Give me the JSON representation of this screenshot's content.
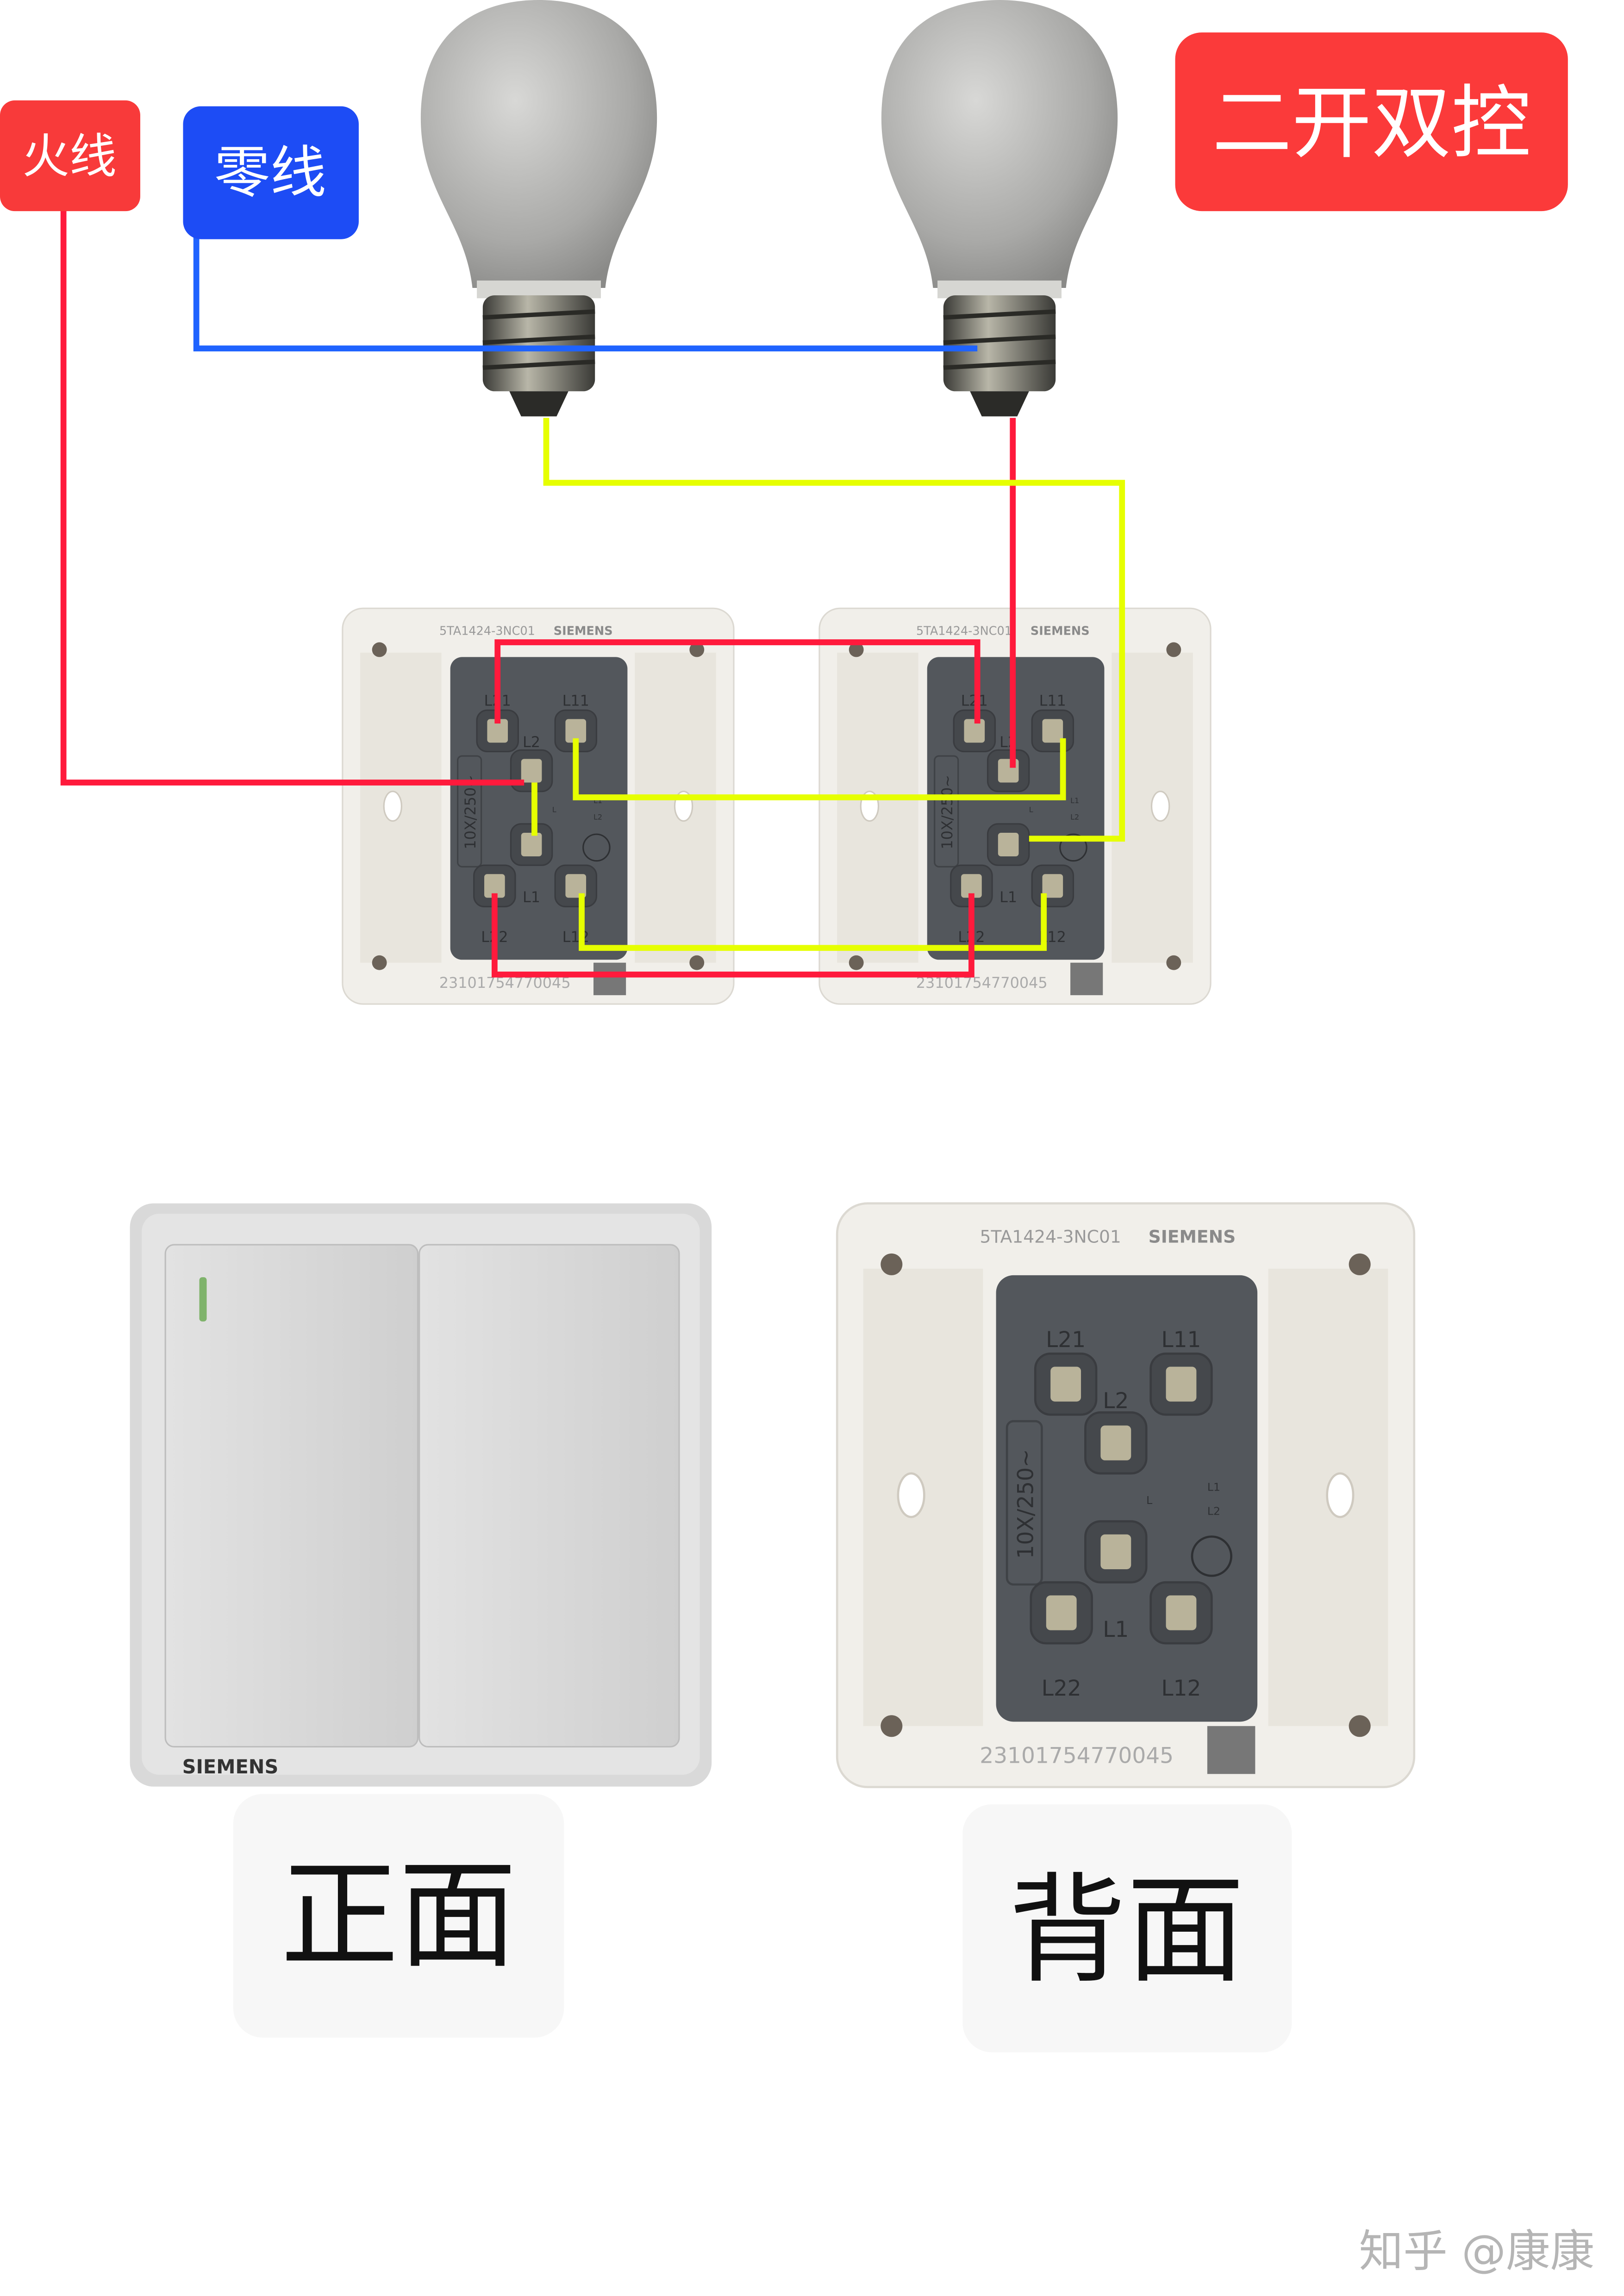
{
  "labels": {
    "live": "火线",
    "neutral": "零线",
    "title": "二开双控",
    "front": "正面",
    "back": "背面",
    "watermark": "知乎 @康康"
  },
  "switch": {
    "brand": "SIEMENS",
    "model": "5TA1424-3NC01",
    "serial": "23101754770045",
    "rating": "10X/250~",
    "terminals": {
      "L21": "L21",
      "L11": "L11",
      "L2": "L2",
      "L1": "L1",
      "L22": "L22",
      "L12": "L12"
    },
    "symbol_l": "L",
    "symbol_l1": "L1",
    "symbol_l2": "L2"
  },
  "colors": {
    "live": "#ff1a3c",
    "neutral": "#1f63ff",
    "control": "#e6ff00",
    "title_bg": "#fb3a3a",
    "live_label_bg": "#f83a3a",
    "neutral_label_bg": "#1d4cf5"
  }
}
